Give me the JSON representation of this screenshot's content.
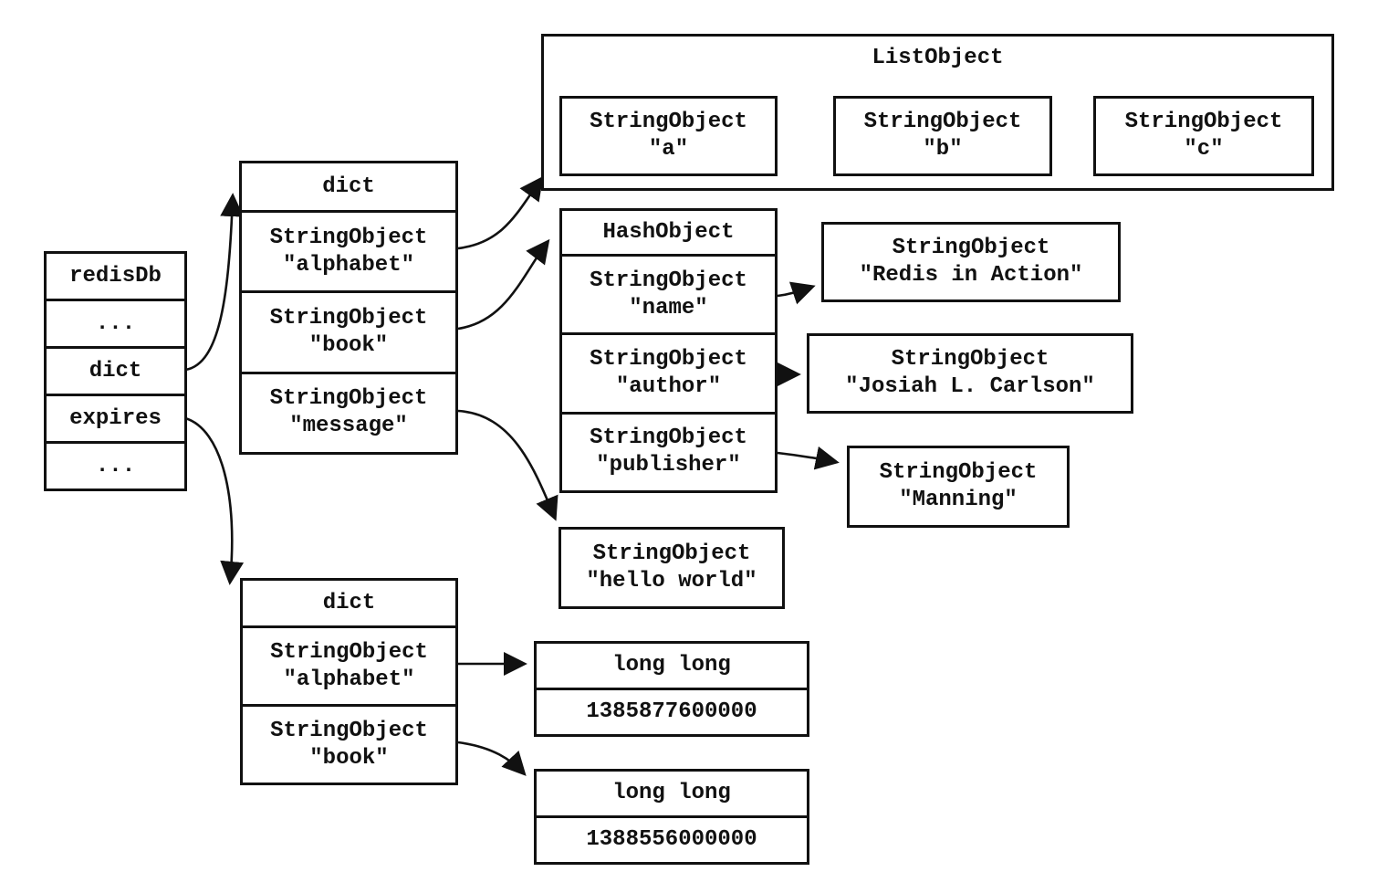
{
  "redisdb": {
    "rows": [
      "redisDb",
      "...",
      "dict",
      "expires",
      "..."
    ]
  },
  "key_dict": {
    "header": "dict",
    "entries": [
      {
        "type": "StringObject",
        "value": "\"alphabet\""
      },
      {
        "type": "StringObject",
        "value": "\"book\""
      },
      {
        "type": "StringObject",
        "value": "\"message\""
      }
    ]
  },
  "list_object": {
    "title": "ListObject",
    "items": [
      {
        "type": "StringObject",
        "value": "\"a\""
      },
      {
        "type": "StringObject",
        "value": "\"b\""
      },
      {
        "type": "StringObject",
        "value": "\"c\""
      }
    ]
  },
  "hash_object": {
    "header": "HashObject",
    "fields": [
      {
        "type": "StringObject",
        "value": "\"name\""
      },
      {
        "type": "StringObject",
        "value": "\"author\""
      },
      {
        "type": "StringObject",
        "value": "\"publisher\""
      }
    ]
  },
  "values": {
    "name": {
      "type": "StringObject",
      "value": "\"Redis in Action\""
    },
    "author": {
      "type": "StringObject",
      "value": "\"Josiah L. Carlson\""
    },
    "publisher": {
      "type": "StringObject",
      "value": "\"Manning\""
    },
    "message": {
      "type": "StringObject",
      "value": "\"hello world\""
    }
  },
  "expires_dict": {
    "header": "dict",
    "entries": [
      {
        "type": "StringObject",
        "value": "\"alphabet\""
      },
      {
        "type": "StringObject",
        "value": "\"book\""
      }
    ]
  },
  "expire_values": {
    "alphabet": {
      "type": "long long",
      "value": "1385877600000"
    },
    "book": {
      "type": "long long",
      "value": "1388556000000"
    }
  },
  "colors": {
    "ink": "#111111",
    "paper": "#ffffff"
  }
}
